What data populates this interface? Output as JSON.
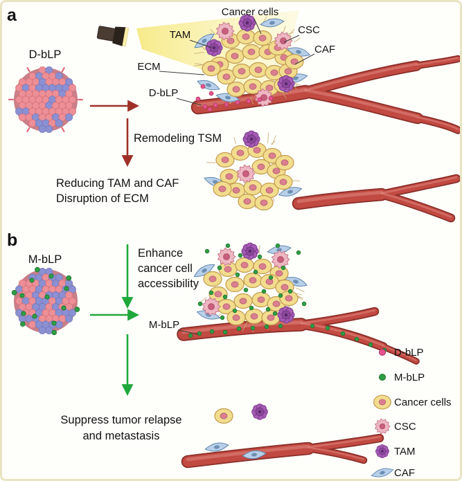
{
  "figure": {
    "panel_a": {
      "label": "a",
      "particle_title": "D-bLP",
      "annotations": {
        "cancer_cells": "Cancer cells",
        "tam": "TAM",
        "csc": "CSC",
        "caf": "CAF",
        "ecm": "ECM",
        "dblp_in_vessel": "D-bLP"
      },
      "process_label": "Remodeling TSM",
      "outcome_line1": "Reducing TAM and CAF",
      "outcome_line2": "Disruption of ECM"
    },
    "panel_b": {
      "label": "b",
      "particle_title": "M-bLP",
      "process_line1": "Enhance",
      "process_line2": "cancer cell",
      "process_line3": "accessibility",
      "mblp_in_vessel": "M-bLP",
      "outcome_line1": "Suppress tumor relapse",
      "outcome_line2": "and metastasis"
    },
    "legend": {
      "items": [
        {
          "label": "D-bLP",
          "icon": "dblp-dot-icon",
          "color": "#e4558c"
        },
        {
          "label": "M-bLP",
          "icon": "mblp-dot-icon",
          "color": "#2e9e44"
        },
        {
          "label": "Cancer cells",
          "icon": "cancer-cell-icon",
          "color": "#f2dc8e"
        },
        {
          "label": "CSC",
          "icon": "csc-cell-icon",
          "color": "#eeb7c2"
        },
        {
          "label": "TAM",
          "icon": "tam-cell-icon",
          "color": "#a65cb5"
        },
        {
          "label": "CAF",
          "icon": "caf-cell-icon",
          "color": "#b7cfe8"
        }
      ]
    },
    "colors": {
      "panel_a_arrow": "#9e3028",
      "panel_b_arrow": "#1fa83c",
      "vessel": "#c14a42",
      "beam": "#f6e87d"
    }
  }
}
